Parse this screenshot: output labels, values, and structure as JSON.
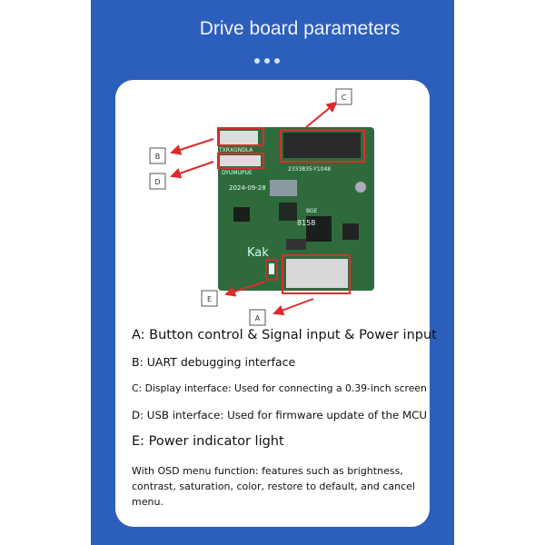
{
  "header": {
    "title": "Drive board parameters"
  },
  "diagram": {
    "labels": [
      "A",
      "B",
      "C",
      "D",
      "E"
    ],
    "board_silkscreen": {
      "pins_b": "TXRXGNDLA",
      "pins_d": "DYUMUPUE",
      "code": "2333835-Y1048",
      "date": "2024-09-28",
      "chip": "8158",
      "chip2": "BGE",
      "logo": "Kak"
    },
    "colors": {
      "board": "#2f6a3d",
      "highlight": "#e02a2a",
      "panel": "#2c5fbc"
    }
  },
  "features": [
    "A: Button control & Signal input & Power input",
    "B: UART debugging interface",
    "C: Display interface: Used for connecting a 0.39-inch screen",
    "D: USB interface: Used for firmware update of the MCU",
    "E: Power indicator light"
  ],
  "description": "With OSD menu function: features such as brightness, contrast, saturation, color, restore to default, and cancel menu."
}
